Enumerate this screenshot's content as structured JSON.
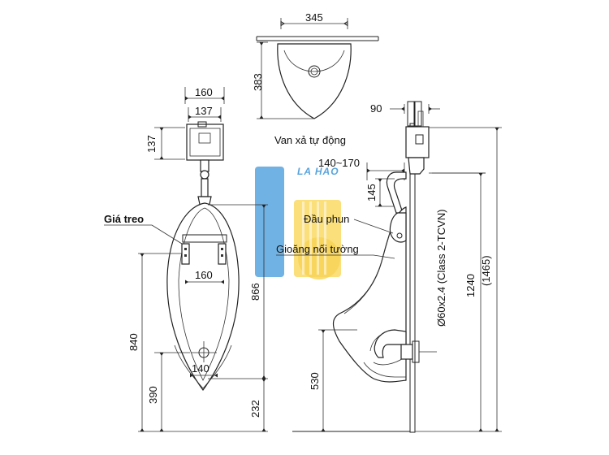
{
  "top_view": {
    "width": "345",
    "depth": "383",
    "caption": "Van xả tự động"
  },
  "front_view": {
    "valve_outer": "160",
    "valve_inner": "137",
    "valve_height": "137",
    "bracket_label": "Giá treo",
    "bracket_width": "160",
    "outlet_width": "140",
    "height_840": "840",
    "height_390": "390",
    "height_866": "866",
    "height_232": "232"
  },
  "side_view": {
    "offset_90": "90",
    "range": "140~170",
    "drop_145": "145",
    "spray_label": "Đầu phun",
    "gasket_label": "Gioăng nối tường",
    "pipe_spec": "Ø60x2.4 (Class 2-TCVN)",
    "height_1240": "1240",
    "height_1465": "(1465)",
    "height_530": "530"
  },
  "watermark": {
    "text": "LA HAO",
    "colors": [
      "#2f8fd4",
      "#f5c518"
    ]
  }
}
